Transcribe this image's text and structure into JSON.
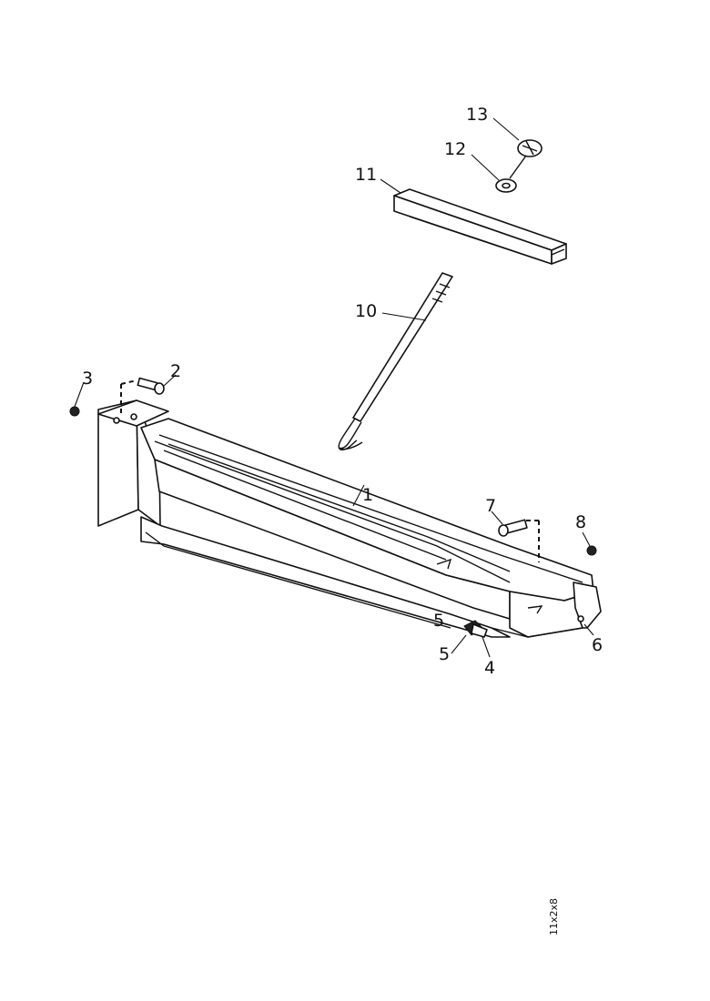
{
  "callouts": [
    "1",
    "2",
    "3",
    "4",
    "5",
    "5",
    "6",
    "7",
    "8",
    "10",
    "11",
    "12",
    "13"
  ],
  "figure_code": "11x2x8"
}
